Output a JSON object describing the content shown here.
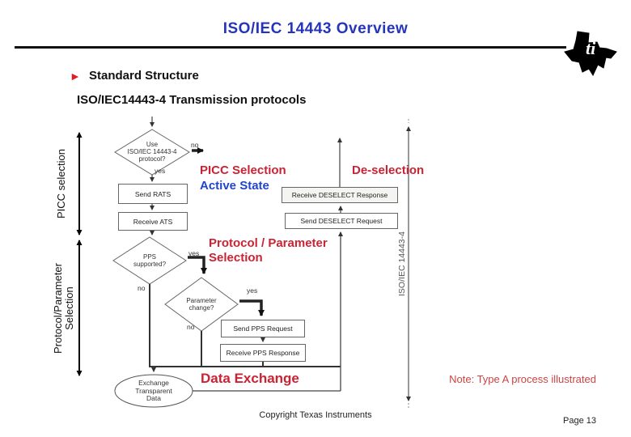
{
  "header": {
    "title": "ISO/IEC 14443 Overview",
    "logo_text": "ti"
  },
  "subheader": {
    "bullet": "►",
    "heading": "Standard Structure",
    "subheading": "ISO/IEC14443-4 Transmission protocols"
  },
  "diagram": {
    "left_brackets": [
      {
        "label": "PICC selection"
      },
      {
        "label": "Protocol/Parameter",
        "label2": "Selection"
      }
    ],
    "right_bracket": {
      "label": "ISO/IEC 14443-4"
    },
    "nodes": {
      "d1": {
        "lines": [
          "Use",
          "ISO/IEC 14443-4",
          "protocol?"
        ]
      },
      "send_rats": "Send RATS",
      "receive_ats": "Receive ATS",
      "d2": {
        "lines": [
          "PPS",
          "supported?"
        ]
      },
      "d3": {
        "lines": [
          "Parameter",
          "change?"
        ]
      },
      "send_pps": "Send PPS Request",
      "receive_pps": "Receive PPS Response",
      "receive_deselect": "Receive DESELECT Response",
      "send_deselect": "Send DESELECT Request",
      "exchange": {
        "lines": [
          "Exchange",
          "Transparent",
          "Data"
        ]
      }
    },
    "branch_labels": {
      "d1_no": "no",
      "d1_yes": "yes",
      "d2_yes": "yes",
      "d2_no": "no",
      "d3_yes": "yes",
      "d3_no": "no"
    },
    "annotations": {
      "picc_selection": "PICC Selection",
      "active_state": "Active State",
      "de_selection": "De-selection",
      "protocol_parameter": "Protocol / Parameter",
      "protocol_parameter2": "Selection",
      "data_exchange": "Data Exchange",
      "note": "Note: Type A process illustrated"
    },
    "colors": {
      "red": "#cc2233",
      "blue": "#2244cc",
      "note_red": "#cc4444"
    }
  },
  "footer": {
    "copyright": "Copyright Texas Instruments",
    "page": "Page 13"
  }
}
